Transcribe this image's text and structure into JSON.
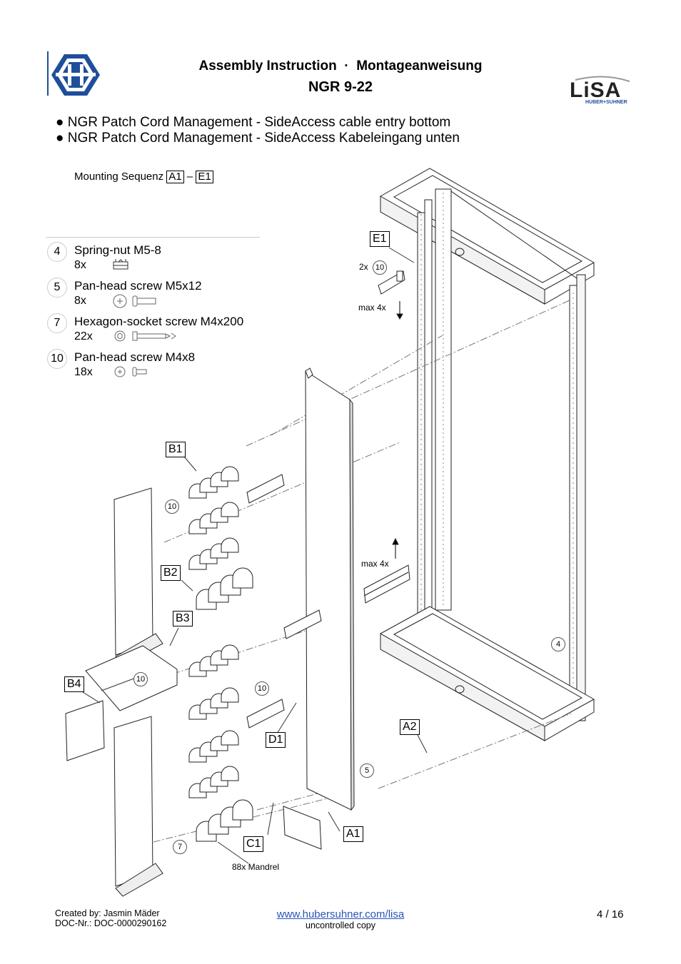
{
  "header": {
    "title_en": "Assembly Instruction",
    "separator": "·",
    "title_de": "Montageanweisung",
    "subtitle": "NGR 9-22",
    "logo_right_text": "LiSA",
    "logo_right_sub": "HUBER+SUHNER"
  },
  "bullets": [
    "● NGR Patch Cord Management - SideAccess cable entry bottom",
    "● NGR Patch Cord Management - SideAccess Kabeleingang unten"
  ],
  "sequence": {
    "label": "Mounting Sequenz",
    "from": "A1",
    "dash": "–",
    "to": "E1"
  },
  "parts": [
    {
      "num": "4",
      "name": "Spring-nut M5-8",
      "qty": "8x",
      "icon": "spring-nut-icon"
    },
    {
      "num": "5",
      "name": "Pan-head screw M5x12",
      "qty": "8x",
      "icon": "pan-head-screw-icon"
    },
    {
      "num": "7",
      "name": "Hexagon-socket screw M4x200",
      "qty": "22x",
      "icon": "hex-socket-screw-icon"
    },
    {
      "num": "10",
      "name": "Pan-head screw M4x8",
      "qty": "18x",
      "icon": "pan-head-screw-small-icon"
    }
  ],
  "callouts": {
    "E1": "E1",
    "B1": "B1",
    "B2": "B2",
    "B3": "B3",
    "B4": "B4",
    "D1": "D1",
    "A1": "A1",
    "A2": "A2",
    "C1": "C1",
    "c10a": "10",
    "c10b": "10",
    "c10c": "10",
    "c10d": "10",
    "c4": "4",
    "c5": "5",
    "c7": "7"
  },
  "notes": {
    "e1_qty": "2x",
    "max_top": "max 4x",
    "max_mid": "max 4x",
    "mandrel": "88x Mandrel"
  },
  "footer": {
    "created": "Created by: Jasmin Mäder",
    "doc": "DOC-Nr.: DOC-0000290162",
    "url": "www.hubersuhner.com/lisa",
    "uncontrolled": "uncontrolled copy",
    "page": "4 / 16"
  },
  "colors": {
    "logo_blue": "#1f4e9b",
    "link": "#2a55b8"
  }
}
